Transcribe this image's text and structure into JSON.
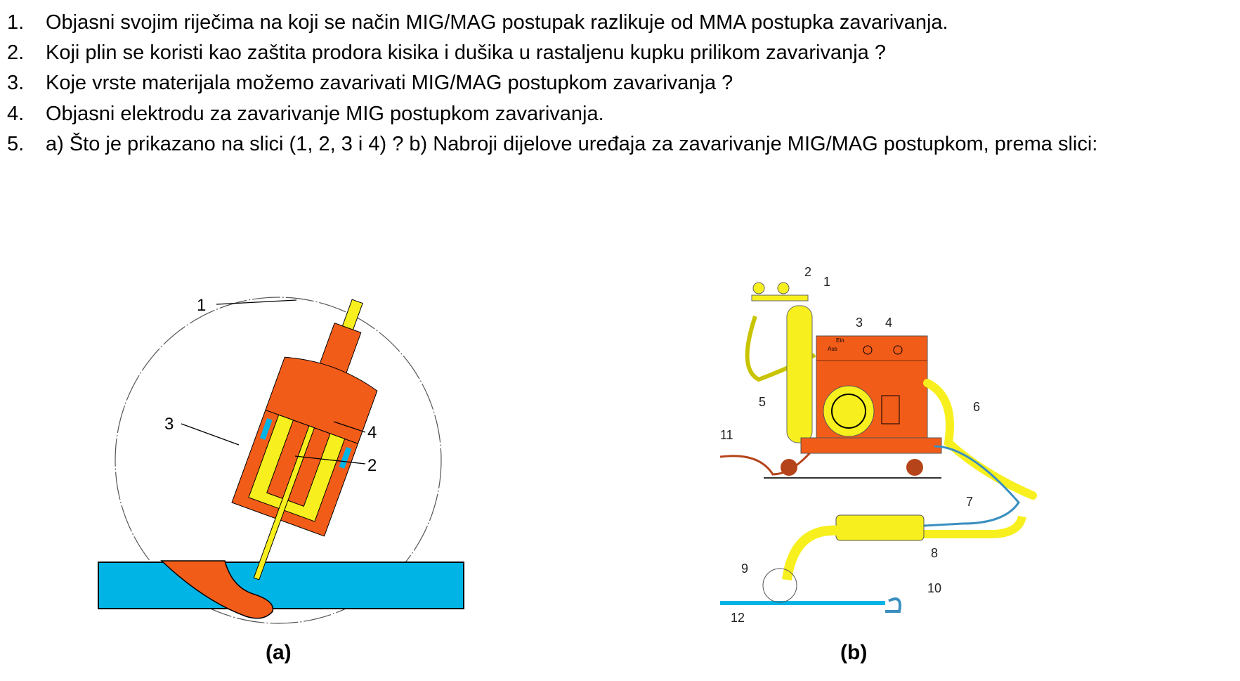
{
  "questions": [
    {
      "num": "1.",
      "text": "Objasni svojim riječima na koji se način MIG/MAG postupak razlikuje od MMA postupka zavarivanja."
    },
    {
      "num": "2.",
      "text": "Koji plin se koristi kao zaštita prodora kisika i dušika u rastaljenu kupku prilikom zavarivanja ?"
    },
    {
      "num": "3.",
      "text": "Koje vrste materijala možemo zavarivati MIG/MAG postupkom zavarivanja ?"
    },
    {
      "num": "4.",
      "text": "Objasni elektrodu za zavarivanje MIG postupkom zavarivanja."
    },
    {
      "num": "5.",
      "text": "a) Što je prikazano na slici (1, 2, 3 i 4) ? b) Nabroji dijelove uređaja za zavarivanje MIG/MAG postupkom, prema slici:"
    }
  ],
  "figure_a": {
    "caption": "(a)",
    "labels": [
      "1",
      "2",
      "3",
      "4"
    ]
  },
  "figure_b": {
    "caption": "(b)",
    "labels": [
      "1",
      "2",
      "3",
      "4",
      "5",
      "6",
      "7",
      "8",
      "9",
      "10",
      "11",
      "12"
    ],
    "panel_text": [
      "Ein",
      "Aus"
    ]
  },
  "colors": {
    "orange": "#f25c19",
    "yellow": "#f7f01e",
    "blue": "#00b4e6",
    "hose_blue": "#3a8fc0"
  }
}
